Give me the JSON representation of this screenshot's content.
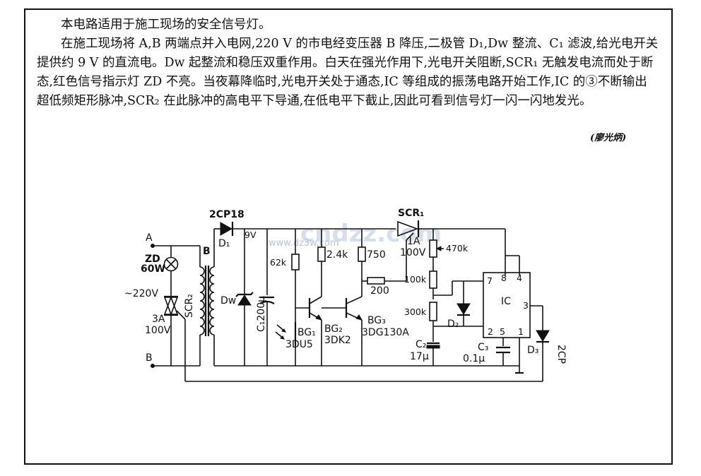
{
  "description": {
    "title": "本电路适用于施工现场的安全信号灯。",
    "body": "在施工现场将 A,B 两端点并入电网,220 V 的市电经变压器 B 降压,二极管 D₁,Dw 整流、C₁ 滤波,给光电开关提供约 9 V 的直流电。Dw 起整流和稳压双重作用。白天在强光作用下,光电开关阻断,SCR₁ 无触发电流而处于断态,红色信号指示灯 ZD 不亮。当夜幕降临时,光电开关处于通态,IC 等组成的振荡电路开始工作,IC 的③不断输出超低频矩形脉冲,SCR₂ 在此脉冲的高电平下导通,在低电平下截止,因此可看到信号灯一闪一闪地发光。",
    "author": "(廖光炳)"
  },
  "watermark": {
    "main": "cndzz.com",
    "sub": "www.dz3w.com"
  },
  "labels": {
    "A": "A",
    "B_terminal": "B",
    "zd": "ZD",
    "zd_rating": "60W",
    "mains": "~220V",
    "scr2_current": "3A",
    "scr2_voltage": "100V",
    "scr2": "SCR₂",
    "transformer": "B",
    "diode1_model": "2CP18",
    "diode1": "D₁",
    "dw": "Dw",
    "voltage_9v": "9V",
    "c1": "C₁200μ",
    "r62k": "62k",
    "r2_4k": "2.4k",
    "r750": "750",
    "r200": "200",
    "bg1": "BG₁",
    "bg1_model": "3DU5",
    "bg2": "BG₂",
    "bg2_model": "3DK2",
    "bg3": "BG₃",
    "bg3_model": "3DG130A",
    "scr1": "SCR₁",
    "scr1_current": "1A",
    "scr1_voltage": "100V",
    "r470k": "470k",
    "r100k": "100k",
    "r300k": "300k",
    "d2": "D₂",
    "c2": "C₂",
    "c2_value": "17μ",
    "c3": "C₃",
    "c3_value": "0.1μ",
    "ic": "IC",
    "pin7": "7",
    "pin8": "8",
    "pin4": "4",
    "pin3": "3",
    "pin2": "2",
    "pin5": "5",
    "pin1": "1",
    "d3": "D₃",
    "d3_model": "2CP"
  }
}
